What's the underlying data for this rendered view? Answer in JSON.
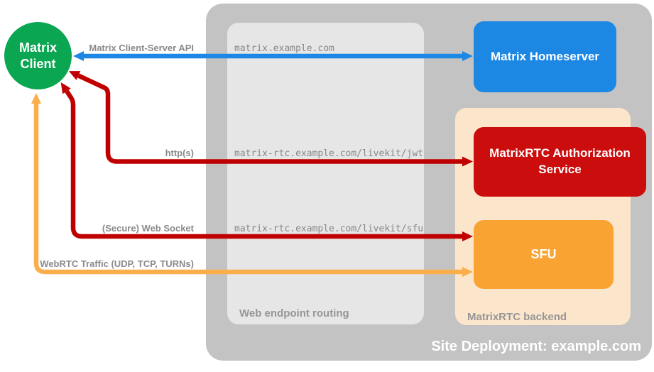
{
  "client": {
    "label": "Matrix Client"
  },
  "homeserver": {
    "label": "Matrix Homeserver"
  },
  "auth_service": {
    "label": "MatrixRTC Authorization Service"
  },
  "sfu": {
    "label": "SFU"
  },
  "groups": {
    "site": {
      "label": "Site Deployment: example.com"
    },
    "routing": {
      "label": "Web endpoint routing"
    },
    "backend": {
      "label": "MatrixRTC backend"
    }
  },
  "endpoints": [
    {
      "host": "matrix.example.com"
    },
    {
      "host": "matrix-rtc.example.com/livekit/jwt"
    },
    {
      "host": "matrix-rtc.example.com/livekit/sfu"
    }
  ],
  "connections": [
    {
      "label": "Matrix Client-Server API",
      "from": "Matrix Client",
      "to": "Matrix Homeserver",
      "color": "#1d87e4"
    },
    {
      "label": "http(s)",
      "from": "Matrix Client",
      "to": "MatrixRTC Authorization Service",
      "color": "#c00000"
    },
    {
      "label": "(Secure) Web Socket",
      "from": "Matrix Client",
      "to": "SFU",
      "color": "#c00000"
    },
    {
      "label": "WebRTC Traffic (UDP, TCP, TURNs)",
      "from": "Matrix Client",
      "to": "SFU",
      "color": "#fbae4c"
    }
  ],
  "colors": {
    "client_green": "#0aa651",
    "homeserver_blue": "#1d87e4",
    "auth_red": "#cc0d0d",
    "sfu_orange": "#f9a333",
    "arrow_blue": "#1d87e4",
    "arrow_red": "#c00000",
    "arrow_orange": "#fbae4c",
    "site_gray": "#c3c3c3",
    "routing_gray": "#e6e6e6",
    "backend_peach": "#fce6cb"
  }
}
